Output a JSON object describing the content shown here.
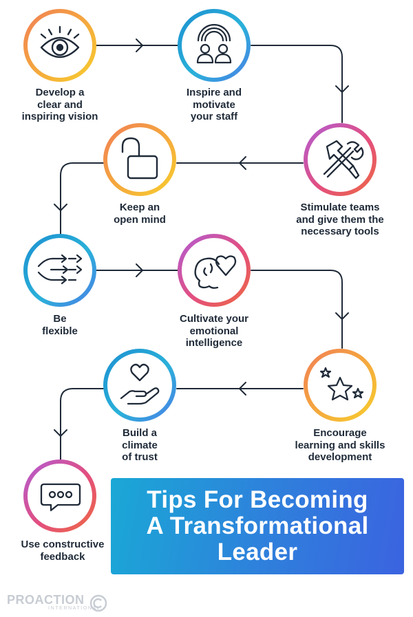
{
  "steps": [
    {
      "id": "vision",
      "label": "Develop a\nclear and\ninspiring vision",
      "icon": "eye-icon"
    },
    {
      "id": "inspire",
      "label": "Inspire and\nmotivate\nyour staff",
      "icon": "team-rainbow-icon"
    },
    {
      "id": "tools",
      "label": "Stimulate teams\nand give them the\nnecessary tools",
      "icon": "hammer-wrench-icon"
    },
    {
      "id": "open-mind",
      "label": "Keep an\nopen mind",
      "icon": "unlocked-padlock-icon"
    },
    {
      "id": "flexible",
      "label": "Be\nflexible",
      "icon": "branching-arrows-icon"
    },
    {
      "id": "emotional",
      "label": "Cultivate your\nemotional\nintelligence",
      "icon": "head-heart-icon"
    },
    {
      "id": "learning",
      "label": "Encourage\nlearning and skills\ndevelopment",
      "icon": "stars-icon"
    },
    {
      "id": "trust",
      "label": "Build a\nclimate\nof trust",
      "icon": "heart-hand-icon"
    },
    {
      "id": "feedback",
      "label": "Use constructive\nfeedback",
      "icon": "speech-bubble-icon"
    }
  ],
  "title": "Tips For Becoming\nA Transformational\nLeader",
  "brand": {
    "name": "PROACTION",
    "sub": "INTERNATIONAL"
  },
  "colors": {
    "text": "#1f2a38",
    "icon_stroke": "#1f2a38",
    "connector": "#1f2a38",
    "title_bg_start": "#1aa8d6",
    "title_bg_end": "#3b63e0",
    "brand": "#c7ccd3"
  }
}
